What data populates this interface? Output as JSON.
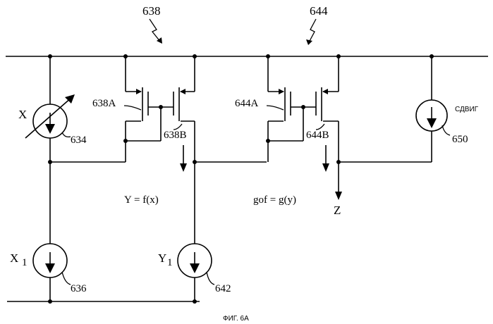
{
  "figure": {
    "caption": "ФИГ. 6А",
    "blocks": {
      "b638": {
        "ref": "638",
        "transistor_a": "638A",
        "transistor_b": "638B",
        "output": "Y = f(x)"
      },
      "b644": {
        "ref": "644",
        "transistor_a": "644A",
        "transistor_b": "644B",
        "output": "gof = g(y)"
      }
    },
    "sources": {
      "x": {
        "label": "X",
        "ref": "634"
      },
      "x1": {
        "label": "X",
        "sub": "1",
        "ref": "636"
      },
      "y1": {
        "label": "Y",
        "sub": "1",
        "ref": "642"
      },
      "shift": {
        "label": "СДВИГ",
        "ref": "650"
      }
    },
    "output_z": "Z"
  }
}
